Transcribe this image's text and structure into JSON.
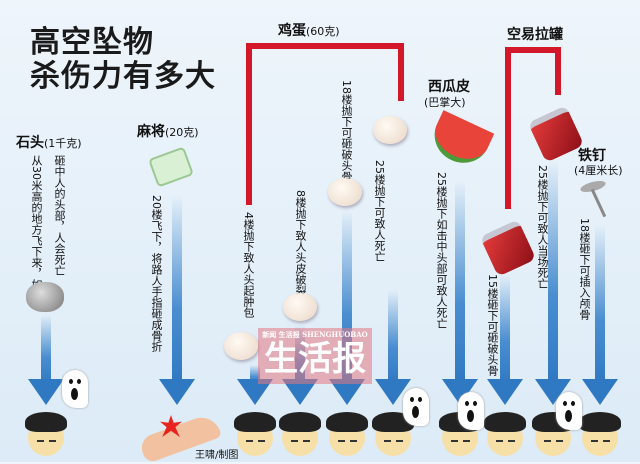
{
  "title": [
    "高空坠物",
    "杀伤力有多大"
  ],
  "stone": {
    "name": "石头",
    "weight": "(1千克)",
    "text1": "从30米高的地方飞下来，如",
    "text2": "砸中人的头部，人会死亡"
  },
  "mahjong": {
    "name": "麻将",
    "weight": "(20克)",
    "text": "20楼飞下，将路人手指砸成骨折"
  },
  "egg": {
    "name": "鸡蛋",
    "weight": "(60克)",
    "effects": [
      "4楼抛下致人头起肿包",
      "8楼抛下致人头皮破裂",
      "18楼抛下可砸破头骨",
      "25楼抛下可致人死亡"
    ]
  },
  "watermelon": {
    "name": "西瓜皮",
    "size": "(巴掌大)",
    "text": "25楼抛下如击中头部可致人死亡"
  },
  "can": {
    "name": "空易拉罐",
    "effects": [
      "15楼砸下可砸破头骨",
      "25楼抛下可致人当场死亡"
    ]
  },
  "nail": {
    "name": "铁钉",
    "size": "(4厘米长)",
    "text": "18楼砸下可插入颅骨"
  },
  "watermark": {
    "main": "生活报",
    "small": "新闻 生活报 SHENGHUOBAO"
  },
  "credit": "王啸/制图",
  "colors": {
    "bracket": "#d3182a",
    "arrow": "#2f78c2"
  }
}
